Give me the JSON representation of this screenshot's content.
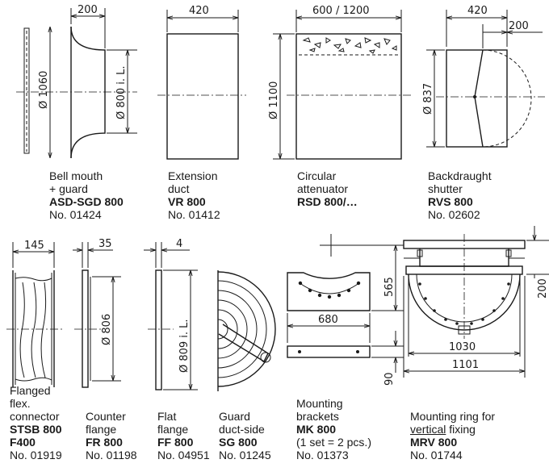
{
  "dimensions": {
    "asd_width": "200",
    "asd_dia": "Ø 1060",
    "asd_inner": "Ø 800 i. L.",
    "vr_len": "420",
    "rsd_len": "600 / 1200",
    "rsd_dia": "Ø 1100",
    "rvs_len": "420",
    "rvs_flap": "200",
    "rvs_dia": "Ø 837",
    "stsb_len": "145",
    "fr_width": "35",
    "fr_dia": "Ø 806",
    "ff_width": "4",
    "ff_dia": "Ø 809 i. L.",
    "mk_height": "565",
    "mk_width": "680",
    "mk_base": "90",
    "mrv_height": "200",
    "mrv_inner": "1030",
    "mrv_outer": "1101"
  },
  "products": [
    {
      "l1": "Bell mouth",
      "l2": "+ guard",
      "model": "ASD-SGD 800",
      "no": "No. 01424"
    },
    {
      "l1": "Extension",
      "l2": "duct",
      "model": "VR 800",
      "no": "No. 01412"
    },
    {
      "l1": "Circular",
      "l2": "attenuator",
      "model": "RSD 800/…"
    },
    {
      "l1": "Backdraught",
      "l2": "shutter",
      "model": "RVS 800",
      "no": "No. 02602"
    },
    {
      "l1": "Flanged",
      "l2": "flex.",
      "l3": "connector",
      "model": "STSB 800",
      "model2": "F400",
      "no": "No. 01919"
    },
    {
      "l1": "Counter",
      "l2": "flange",
      "model": "FR 800",
      "no": "No. 01198"
    },
    {
      "l1": "Flat",
      "l2": "flange",
      "model": "FF 800",
      "no": "No. 04951"
    },
    {
      "l1": "Guard",
      "l2": "duct-side",
      "model": "SG 800",
      "no": "No. 01245"
    },
    {
      "l1": "Mounting",
      "l2": "brackets",
      "model": "MK 800",
      "l3": "(1 set = 2 pcs.)",
      "no": "No. 01373"
    },
    {
      "l1a": "Mounting ring for",
      "l1b": "vertical",
      "l1c": "fixing",
      "model": "MRV 800",
      "no": "No. 01744"
    }
  ]
}
